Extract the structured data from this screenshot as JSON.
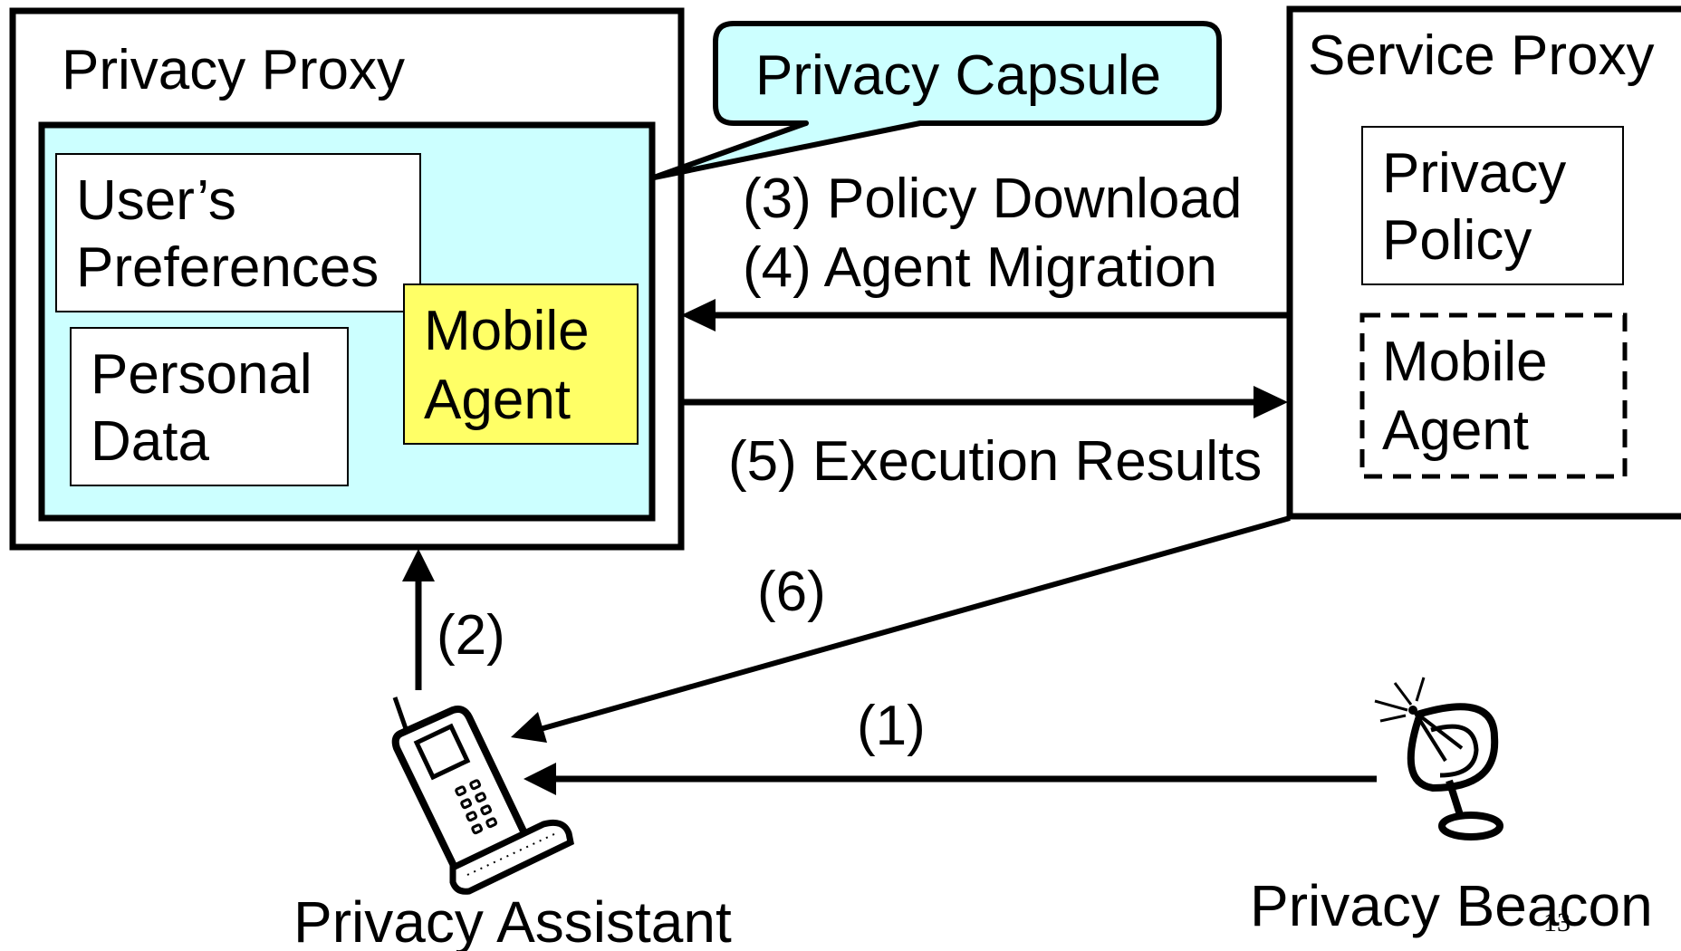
{
  "privacy_proxy": {
    "title": "Privacy Proxy",
    "capsule": {
      "users_preferences": [
        "User’s",
        "Preferences"
      ],
      "personal_data": [
        "Personal",
        "Data"
      ],
      "mobile_agent": [
        "Mobile",
        "Agent"
      ]
    }
  },
  "privacy_capsule_callout": "Privacy Capsule",
  "service_proxy": {
    "title": "Service Proxy",
    "privacy_policy": [
      "Privacy",
      "Policy"
    ],
    "mobile_agent": [
      "Mobile",
      "Agent"
    ]
  },
  "steps": {
    "step1": "(1)",
    "step2": "(2)",
    "step3": "(3) Policy Download",
    "step4": "(4) Agent Migration",
    "step5": "(5) Execution Results",
    "step6": "(6)"
  },
  "devices": {
    "privacy_assistant": "Privacy Assistant",
    "privacy_beacon": "Privacy Beacon"
  },
  "page_number": "13",
  "colors": {
    "capsule_fill": "#ccffff",
    "mobile_agent_fill": "#ffff66",
    "line": "#000000"
  },
  "icons": {
    "assistant": "mobile-phone-icon",
    "beacon": "satellite-dish-icon"
  }
}
